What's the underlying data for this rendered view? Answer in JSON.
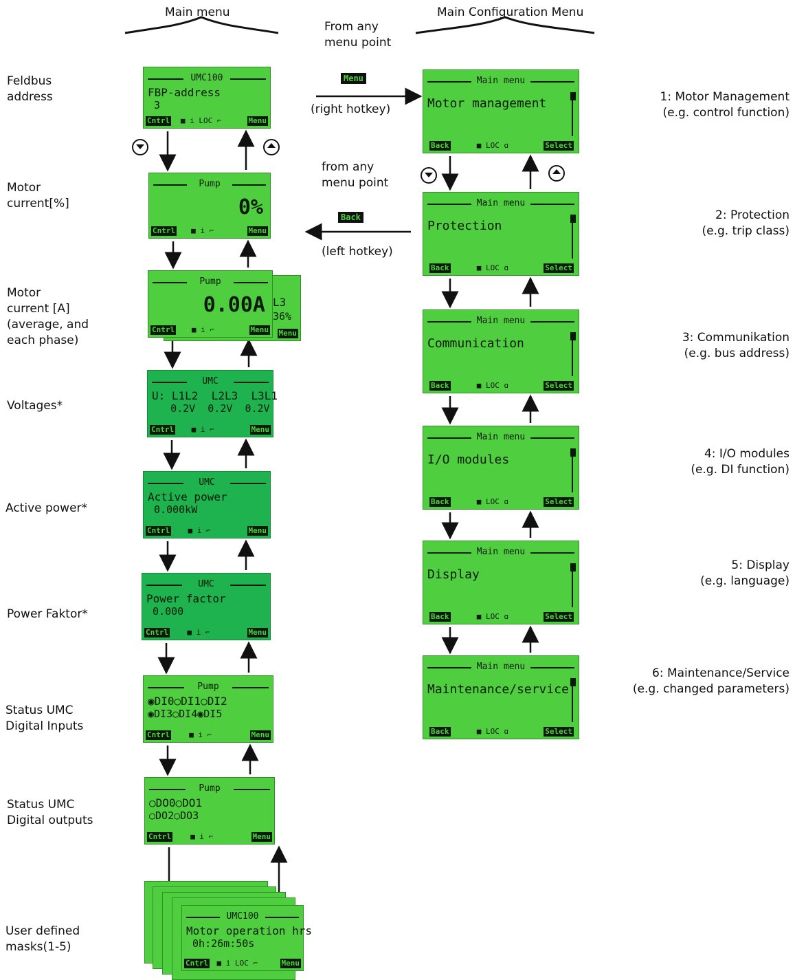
{
  "headers": {
    "left": "Main menu",
    "right": "Main Configuration Menu"
  },
  "transitions": {
    "menu_from": "From any\nmenu point",
    "menu_key": "Menu",
    "menu_hotkey": "(right hotkey)",
    "back_from": "from any\nmenu point",
    "back_key": "Back",
    "back_hotkey": "(left hotkey)"
  },
  "left_labels": [
    "Feldbus\naddress",
    "Motor\ncurrent[%]",
    "Motor\ncurrent [A]\n(average,  and\neach phase)",
    "Voltages*",
    "Active power*",
    "Power Faktor*",
    "Status UMC\nDigital Inputs",
    "Status UMC\nDigital outputs",
    "User defined\nmasks(1-5)"
  ],
  "right_labels": [
    "1: Motor Management\n(e.g. control function)",
    "2: Protection\n(e.g. trip class)",
    "3: Communikation\n(e.g. bus address)",
    "4: I/O modules\n(e.g. DI function)",
    "5: Display\n(e.g. language)",
    "6: Maintenance/Service\n(e.g. changed parameters)"
  ],
  "left_screens": [
    {
      "title": "UMC100",
      "line1": "FBP-address",
      "line2": " 3",
      "big": "",
      "foot_left": "Cntrl",
      "foot_mid": "■ i LOC ⌐",
      "foot_right": "Menu"
    },
    {
      "title": "Pump",
      "line1": "",
      "line2": "",
      "big": "0%",
      "foot_left": "Cntrl",
      "foot_mid": "■ i     ⌐",
      "foot_right": "Menu"
    },
    {
      "title": "Pump",
      "line1": "",
      "line2": "",
      "big": "0.00A",
      "foot_left": "Cntrl",
      "foot_mid": "■ i     ⌐",
      "foot_right": "Menu"
    },
    {
      "title": "UMC",
      "line1": "U: L1L2  L2L3  L3L1",
      "line2": "   0.2V  0.2V  0.2V",
      "big": "",
      "foot_left": "Cntrl",
      "foot_mid": "■ i     ⌐",
      "foot_right": "Menu"
    },
    {
      "title": "UMC",
      "line1": "Active power",
      "line2": " 0.000kW",
      "big": "",
      "foot_left": "Cntrl",
      "foot_mid": "■ i     ⌐",
      "foot_right": "Menu"
    },
    {
      "title": "UMC",
      "line1": "Power factor",
      "line2": " 0.000",
      "big": "",
      "foot_left": "Cntrl",
      "foot_mid": "■ i     ⌐",
      "foot_right": "Menu"
    },
    {
      "title": "Pump",
      "line1": "◉DI0○DI1○DI2",
      "line2": "◉DI3○DI4◉DI5",
      "big": "",
      "foot_left": "Cntrl",
      "foot_mid": "■ i     ⌐",
      "foot_right": "Menu"
    },
    {
      "title": "Pump",
      "line1": "○DO0○DO1",
      "line2": "○DO2○DO3",
      "big": "",
      "foot_left": "Cntrl",
      "foot_mid": "■ i     ⌐",
      "foot_right": "Menu"
    },
    {
      "title": "UMC100",
      "line1": "Motor operation hrs",
      "line2": " 0h:26m:50s",
      "big": "",
      "foot_left": "Cntrl",
      "foot_mid": "■ i LOC ⌐",
      "foot_right": "Menu"
    }
  ],
  "behind_screen": {
    "line1": "L3",
    "line2": "36%",
    "foot_right": "Menu"
  },
  "right_screens": [
    {
      "title": "Main menu",
      "line1": "Motor management",
      "foot_left": "Back",
      "foot_mid": "■   LOC ɑ",
      "foot_right": "Select"
    },
    {
      "title": "Main menu",
      "line1": "Protection",
      "foot_left": "Back",
      "foot_mid": "■   LOC ɑ",
      "foot_right": "Select"
    },
    {
      "title": "Main menu",
      "line1": "Communication",
      "foot_left": "Back",
      "foot_mid": "■   LOC ɑ",
      "foot_right": "Select"
    },
    {
      "title": "Main menu",
      "line1": "I/O modules",
      "foot_left": "Back",
      "foot_mid": "■   LOC ɑ",
      "foot_right": "Select"
    },
    {
      "title": "Main menu",
      "line1": "Display",
      "foot_left": "Back",
      "foot_mid": "■   LOC ɑ",
      "foot_right": "Select"
    },
    {
      "title": "Main menu",
      "line1": "Maintenance/service",
      "foot_left": "Back",
      "foot_mid": "■   LOC ɑ",
      "foot_right": "Select"
    }
  ]
}
